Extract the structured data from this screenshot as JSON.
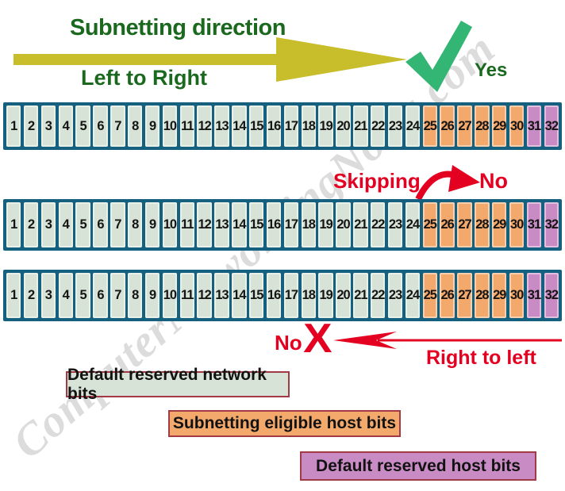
{
  "watermark": "ComputerNetworkingNotes.com",
  "header": {
    "title": "Subnetting direction",
    "arrow_label": "Left to Right",
    "yes_label": "Yes"
  },
  "annotations": {
    "skipping_label": "Skipping",
    "skipping_no_label": "No",
    "rtl_no_label": "No",
    "rtl_x_mark": "X",
    "rtl_label": "Right to left"
  },
  "bit_rows": {
    "count": 3,
    "bits": [
      1,
      2,
      3,
      4,
      5,
      6,
      7,
      8,
      9,
      10,
      11,
      12,
      13,
      14,
      15,
      16,
      17,
      18,
      19,
      20,
      21,
      22,
      23,
      24,
      25,
      26,
      27,
      28,
      29,
      30,
      31,
      32
    ],
    "network_bits_through": 24,
    "subnet_bits_through": 30,
    "host_bits_through": 32
  },
  "legend": {
    "items": [
      {
        "label": "Default reserved network bits",
        "color": "#d6e3d6"
      },
      {
        "label": "Subnetting eligible host bits",
        "color": "#f4a96c"
      },
      {
        "label": "Default reserved host bits",
        "color": "#c98bc4"
      }
    ]
  },
  "colors": {
    "title_green": "#1a691e",
    "arrow_yellow": "#c8bd2b",
    "check_green": "#33b573",
    "alert_red": "#e30021",
    "cell_border_teal": "#15607e",
    "network_bits": "#d6e3d6",
    "subnet_bits": "#f4a96c",
    "host_bits": "#c98bc4",
    "legend_border": "#a13a44",
    "watermark_gray": "#dcdcdc"
  }
}
